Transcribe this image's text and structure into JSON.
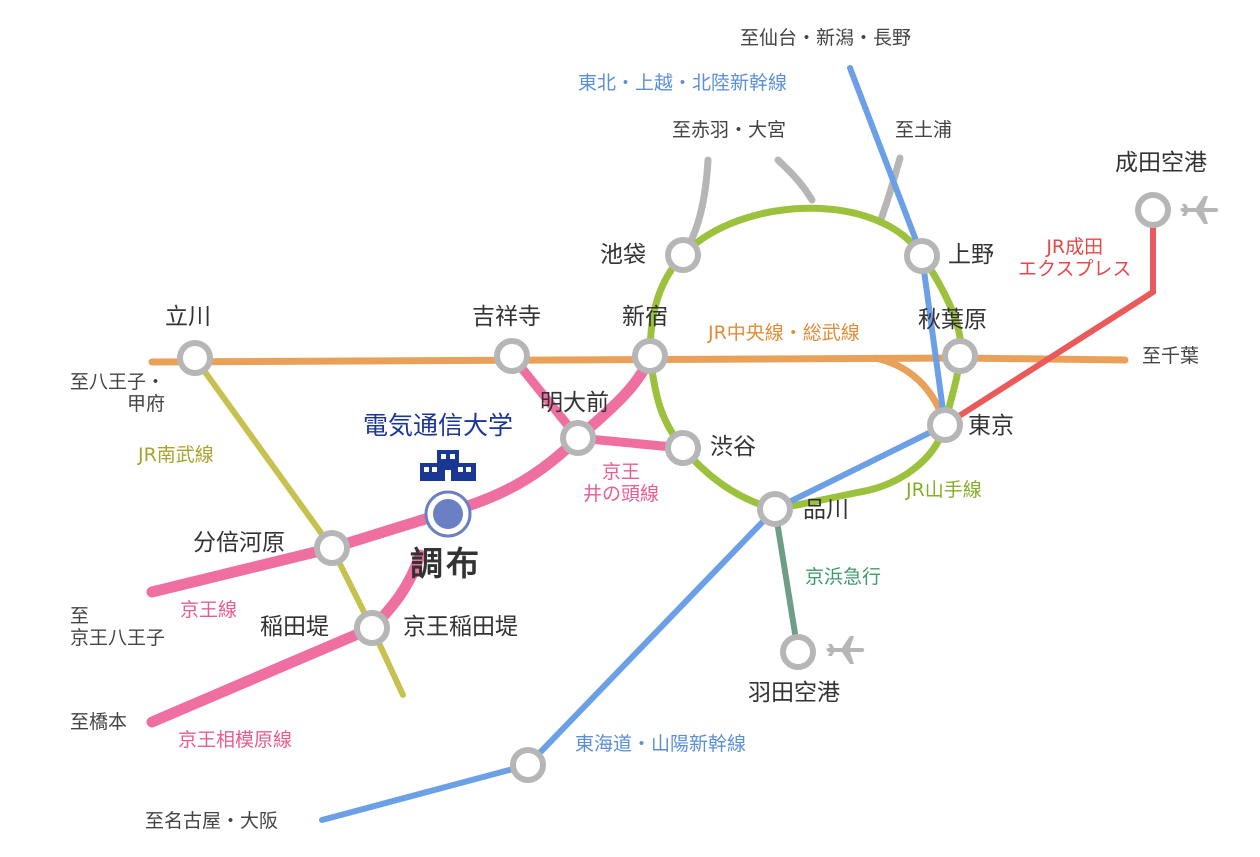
{
  "colors": {
    "keio": "#ee6fa0",
    "chuo": "#e9a15a",
    "yamanote": "#9cc23d",
    "nambu": "#c7c150",
    "shinkansen_north": "#6b9fe6",
    "shinkansen_west": "#6b9fe6",
    "narita_express": "#ea5a5a",
    "keikyu": "#6e9e86",
    "other": "#b6b6b6",
    "station_ring": "#b6b6b6",
    "university": "#1a3794",
    "chofu_dot": "#6b7fc4",
    "text": "#333333"
  },
  "stations": {
    "tachikawa": "立川",
    "kichijoji": "吉祥寺",
    "shinjuku": "新宿",
    "ikebukuro": "池袋",
    "ueno": "上野",
    "akihabara": "秋葉原",
    "tokyo": "東京",
    "meidaimae": "明大前",
    "shibuya": "渋谷",
    "shinagawa": "品川",
    "bubaigawara": "分倍河原",
    "inadazutsumi": "稲田堤",
    "keio_inadazutsumi": "京王稲田堤",
    "chofu": "調布",
    "haneda": "羽田空港",
    "narita": "成田空港"
  },
  "university": {
    "name": "電気通信大学",
    "icon": "school-building-icon"
  },
  "directions": {
    "sendai": "至仙台・新潟・長野",
    "akabane": "至赤羽・大宮",
    "tsuchiura": "至土浦",
    "chiba": "至千葉",
    "hachioji_kofu_1": "至八王子・",
    "hachioji_kofu_2": "甲府",
    "keio_hachioji_1": "至",
    "keio_hachioji_2": "京王八王子",
    "hashimoto": "至橋本",
    "nagoya": "至名古屋・大阪"
  },
  "lines": {
    "shinkansen_north": "東北・上越・北陸新幹線",
    "chuo": "JR中央線・総武線",
    "narita_express_1": "JR成田",
    "narita_express_2": "エクスプレス",
    "nambu": "JR南武線",
    "inokashira_1": "京王",
    "inokashira_2": "井の頭線",
    "yamanote": "JR山手線",
    "keikyu": "京浜急行",
    "keio": "京王線",
    "sagamihara": "京王相模原線",
    "tokaido": "東海道・山陽新幹線"
  },
  "icons": {
    "airport": "airplane-icon"
  }
}
